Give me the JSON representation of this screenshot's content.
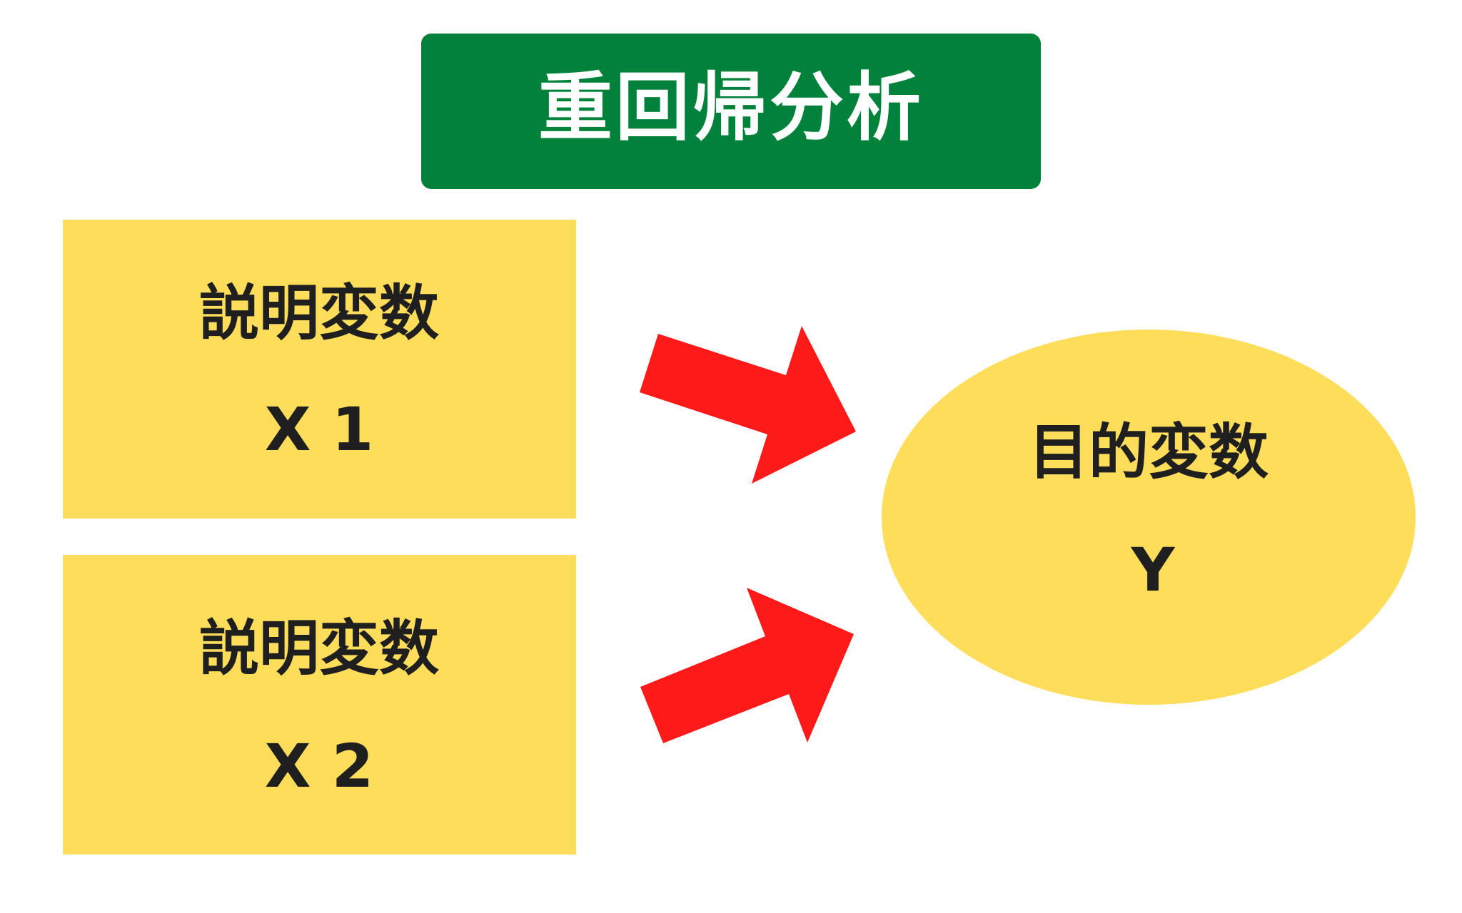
{
  "title": "重回帰分析",
  "explanatory_1": {
    "label": "説明変数",
    "symbol": "X 1"
  },
  "explanatory_2": {
    "label": "説明変数",
    "symbol": "X 2"
  },
  "target": {
    "label": "目的変数",
    "symbol": "Y"
  },
  "colors": {
    "title_bg": "#00823A",
    "box": "#FEDD5B",
    "arrow": "#FF1A1A",
    "text": "#1F1F1F"
  }
}
